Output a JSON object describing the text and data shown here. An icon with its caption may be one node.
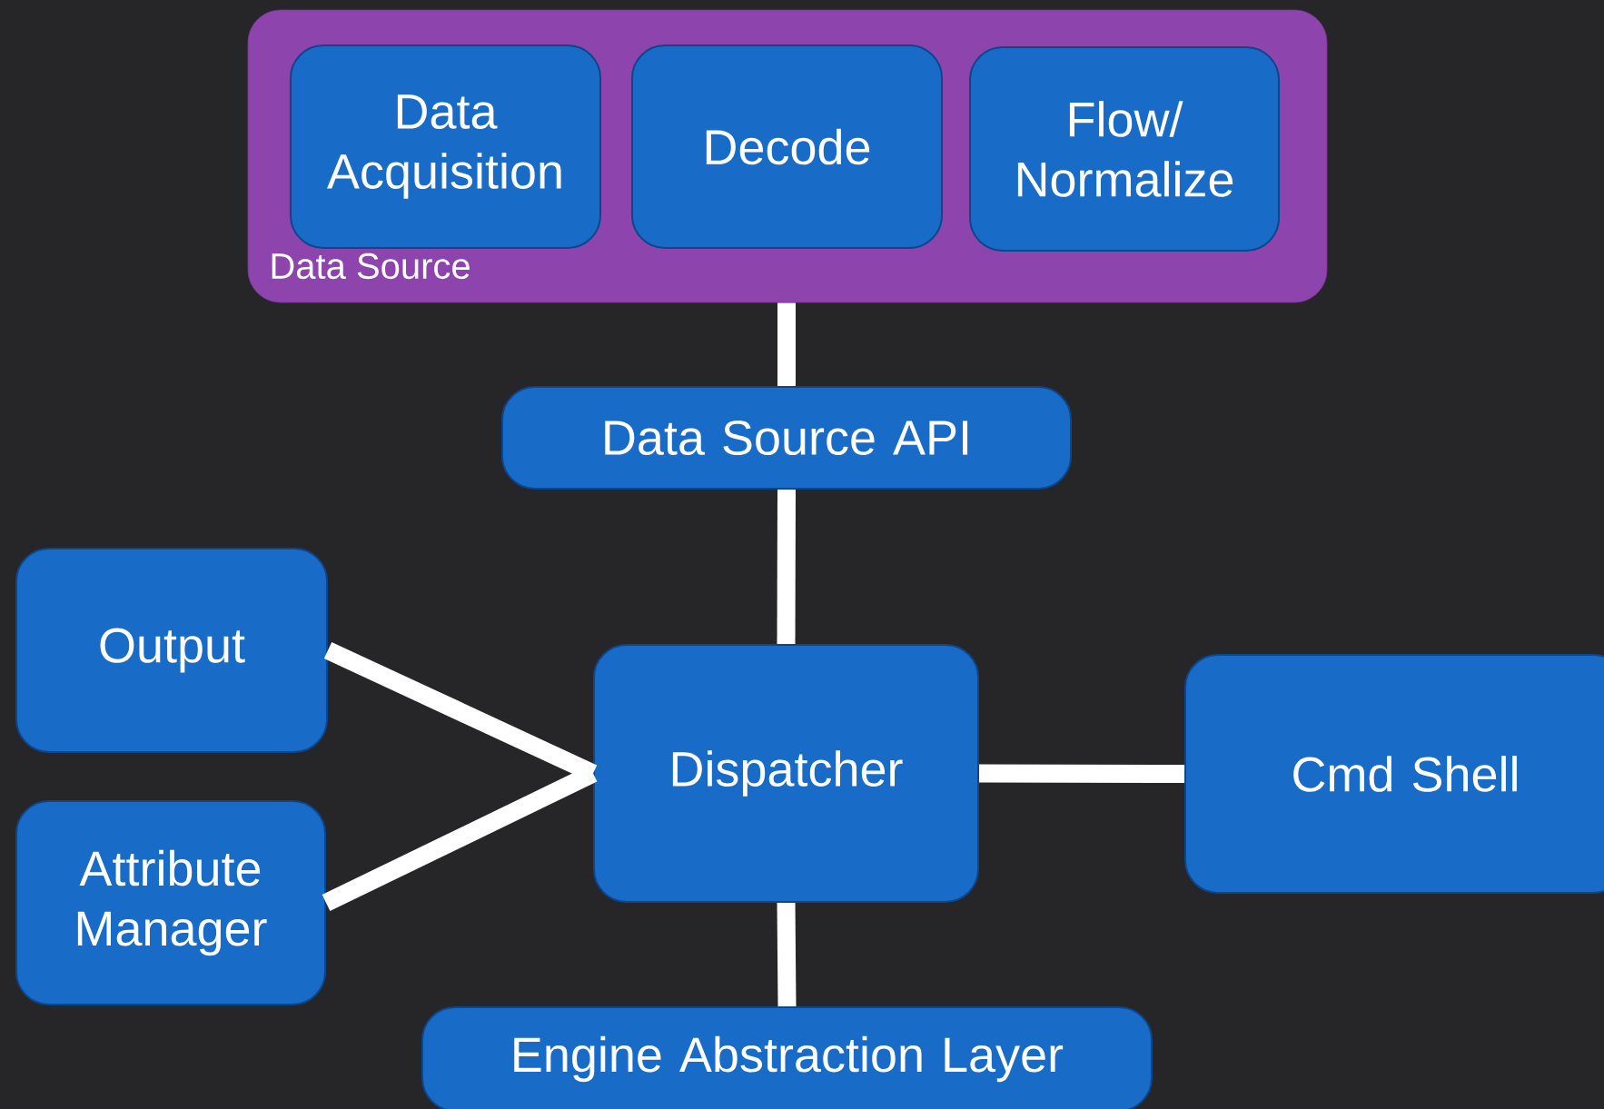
{
  "diagram": {
    "nodes": [
      {
        "text": [
          "Data Source"
        ]
      },
      {
        "text": [
          "Data Acquisition"
        ],
        "in": 0
      },
      {
        "text": [
          "Decode"
        ],
        "in": 0
      },
      {
        "text": [
          "Flow/ Normalize"
        ],
        "in": 0
      },
      {
        "text": [
          "Data Source API"
        ]
      },
      {
        "text": [
          "Output"
        ]
      },
      {
        "text": [
          "Dispatcher"
        ]
      },
      {
        "text": [
          "Cmd Shell"
        ]
      },
      {
        "text": [
          "Attribute Manager"
        ]
      },
      {
        "text": [
          "Engine Abstraction Layer"
        ]
      }
    ],
    "edges": [
      {
        "from": 0,
        "to": 4,
        "arrow": "none"
      },
      {
        "from": 4,
        "to": 6,
        "arrow": "none"
      },
      {
        "from": 5,
        "to": 6,
        "arrow": "none"
      },
      {
        "from": 8,
        "to": 6,
        "arrow": "none"
      },
      {
        "from": 6,
        "to": 7,
        "arrow": "none"
      },
      {
        "from": 6,
        "to": 9,
        "arrow": "none"
      }
    ]
  }
}
